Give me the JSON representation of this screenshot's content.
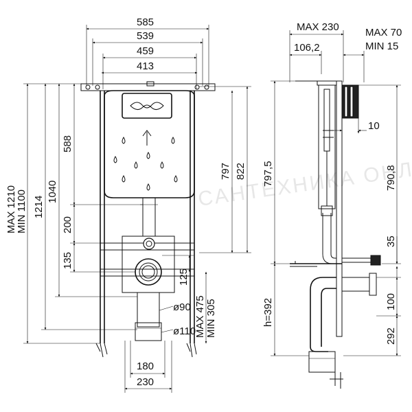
{
  "front_view": {
    "width_outer": "585",
    "width_mid": "539",
    "width_inner": "459",
    "width_plate": "413",
    "height_588": "588",
    "height_1040": "1040",
    "height_1214": "1214",
    "height_max": "MAX 1210",
    "height_min": "MIN 1100",
    "height_200": "200",
    "height_135": "135",
    "height_797": "797",
    "height_822": "822",
    "height_125": "125",
    "height_range_max": "MAX 475",
    "height_range_min": "MIN 305",
    "dia_90": "ø90",
    "dia_110": "ø110",
    "width_180": "180",
    "width_230": "230"
  },
  "side_view": {
    "depth_max": "MAX 230",
    "depth_106": "106,2",
    "wall_max": "MAX 70",
    "wall_min": "MIN 15",
    "gap_10": "10",
    "height_797_5": "797,5",
    "height_790_8": "790,8",
    "height_35": "35",
    "height_100": "100",
    "height_292": "292",
    "height_h": "h=392"
  },
  "watermark": "САНТЕХНИКА ОНЛАЙН"
}
